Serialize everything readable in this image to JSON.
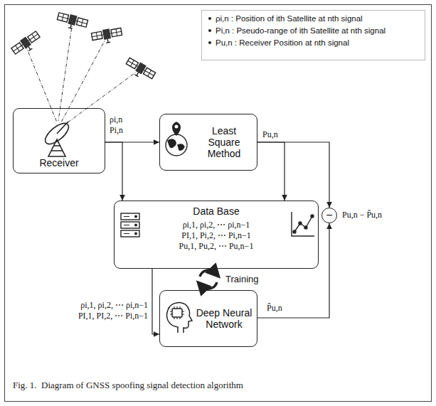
{
  "diagram": {
    "caption": "Fig. 1.  Diagram of GNSS spoofing signal detection algorithm",
    "nodes": [
      {
        "text": [
          "Receiver"
        ]
      },
      {
        "text": [
          "Least Square Method"
        ]
      },
      {
        "text": [
          "Data Base",
          "ρi,1, ρi,2, ⋯ ρi,n−1",
          "PI,1, Pi,2, ⋯ Pi,n−1",
          "Pu,1, Pu,2, ⋯ Pu,n−1"
        ]
      },
      {
        "text": [
          "Deep Neural Network"
        ]
      },
      {
        "text": [
          "−"
        ]
      }
    ],
    "edges": [
      {
        "from": 0,
        "to": 1,
        "arrow": "to",
        "label": "ρi,n Pi,n"
      },
      {
        "from": 0,
        "to": 2,
        "arrow": "to"
      },
      {
        "from": 1,
        "to": 2,
        "arrow": "to"
      },
      {
        "from": 1,
        "to": 4,
        "arrow": "to",
        "label": "Pu,n"
      },
      {
        "from": 2,
        "to": 3,
        "arrow": "to",
        "label": "ρi,1, ρi,2, ⋯ ρi,n−1 PI,1, PI,2, ⋯ Pi,n−1"
      },
      {
        "from": 3,
        "to": 4,
        "arrow": "to",
        "label": "P̂u,n"
      }
    ],
    "labels": [
      "ρi,n : Position of ith Satellite at nth signal",
      "Pi,n : Pseudo-range of ith Satellite at nth signal",
      "Pu,n : Receiver Position at nth signal",
      "Training",
      "Pu,n − P̂u,n"
    ]
  }
}
